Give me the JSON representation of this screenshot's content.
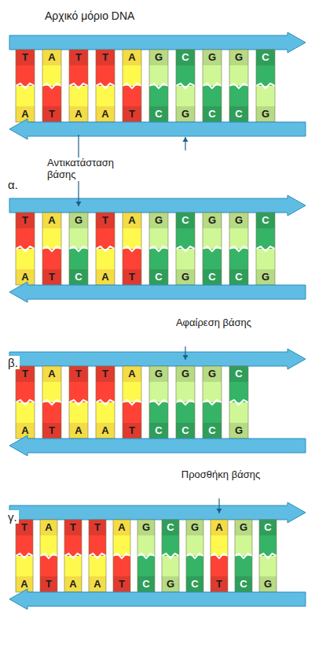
{
  "diagram": {
    "labels": [
      "Αρχικό μόριο DNA",
      "T",
      "A",
      "T",
      "T",
      "A",
      "G",
      "C",
      "G",
      "G",
      "C",
      "A",
      "T",
      "A",
      "A",
      "T",
      "C",
      "G",
      "C",
      "C",
      "G",
      "α.",
      "Αντικατάσταση βάσης",
      "T",
      "A",
      "G",
      "T",
      "A",
      "G",
      "C",
      "G",
      "G",
      "C",
      "A",
      "T",
      "C",
      "A",
      "T",
      "C",
      "G",
      "C",
      "C",
      "G",
      "Αφαίρεση βάσης",
      "β.",
      "T",
      "A",
      "T",
      "T",
      "A",
      "G",
      "G",
      "G",
      "C",
      "A",
      "T",
      "A",
      "A",
      "T",
      "C",
      "C",
      "C",
      "G",
      "Προσθήκη βάσης",
      "γ.",
      "T",
      "A",
      "T",
      "T",
      "A",
      "G",
      "C",
      "G",
      "A",
      "G",
      "C",
      "A",
      "T",
      "A",
      "A",
      "T",
      "C",
      "G",
      "C",
      "T",
      "C",
      "G"
    ]
  }
}
